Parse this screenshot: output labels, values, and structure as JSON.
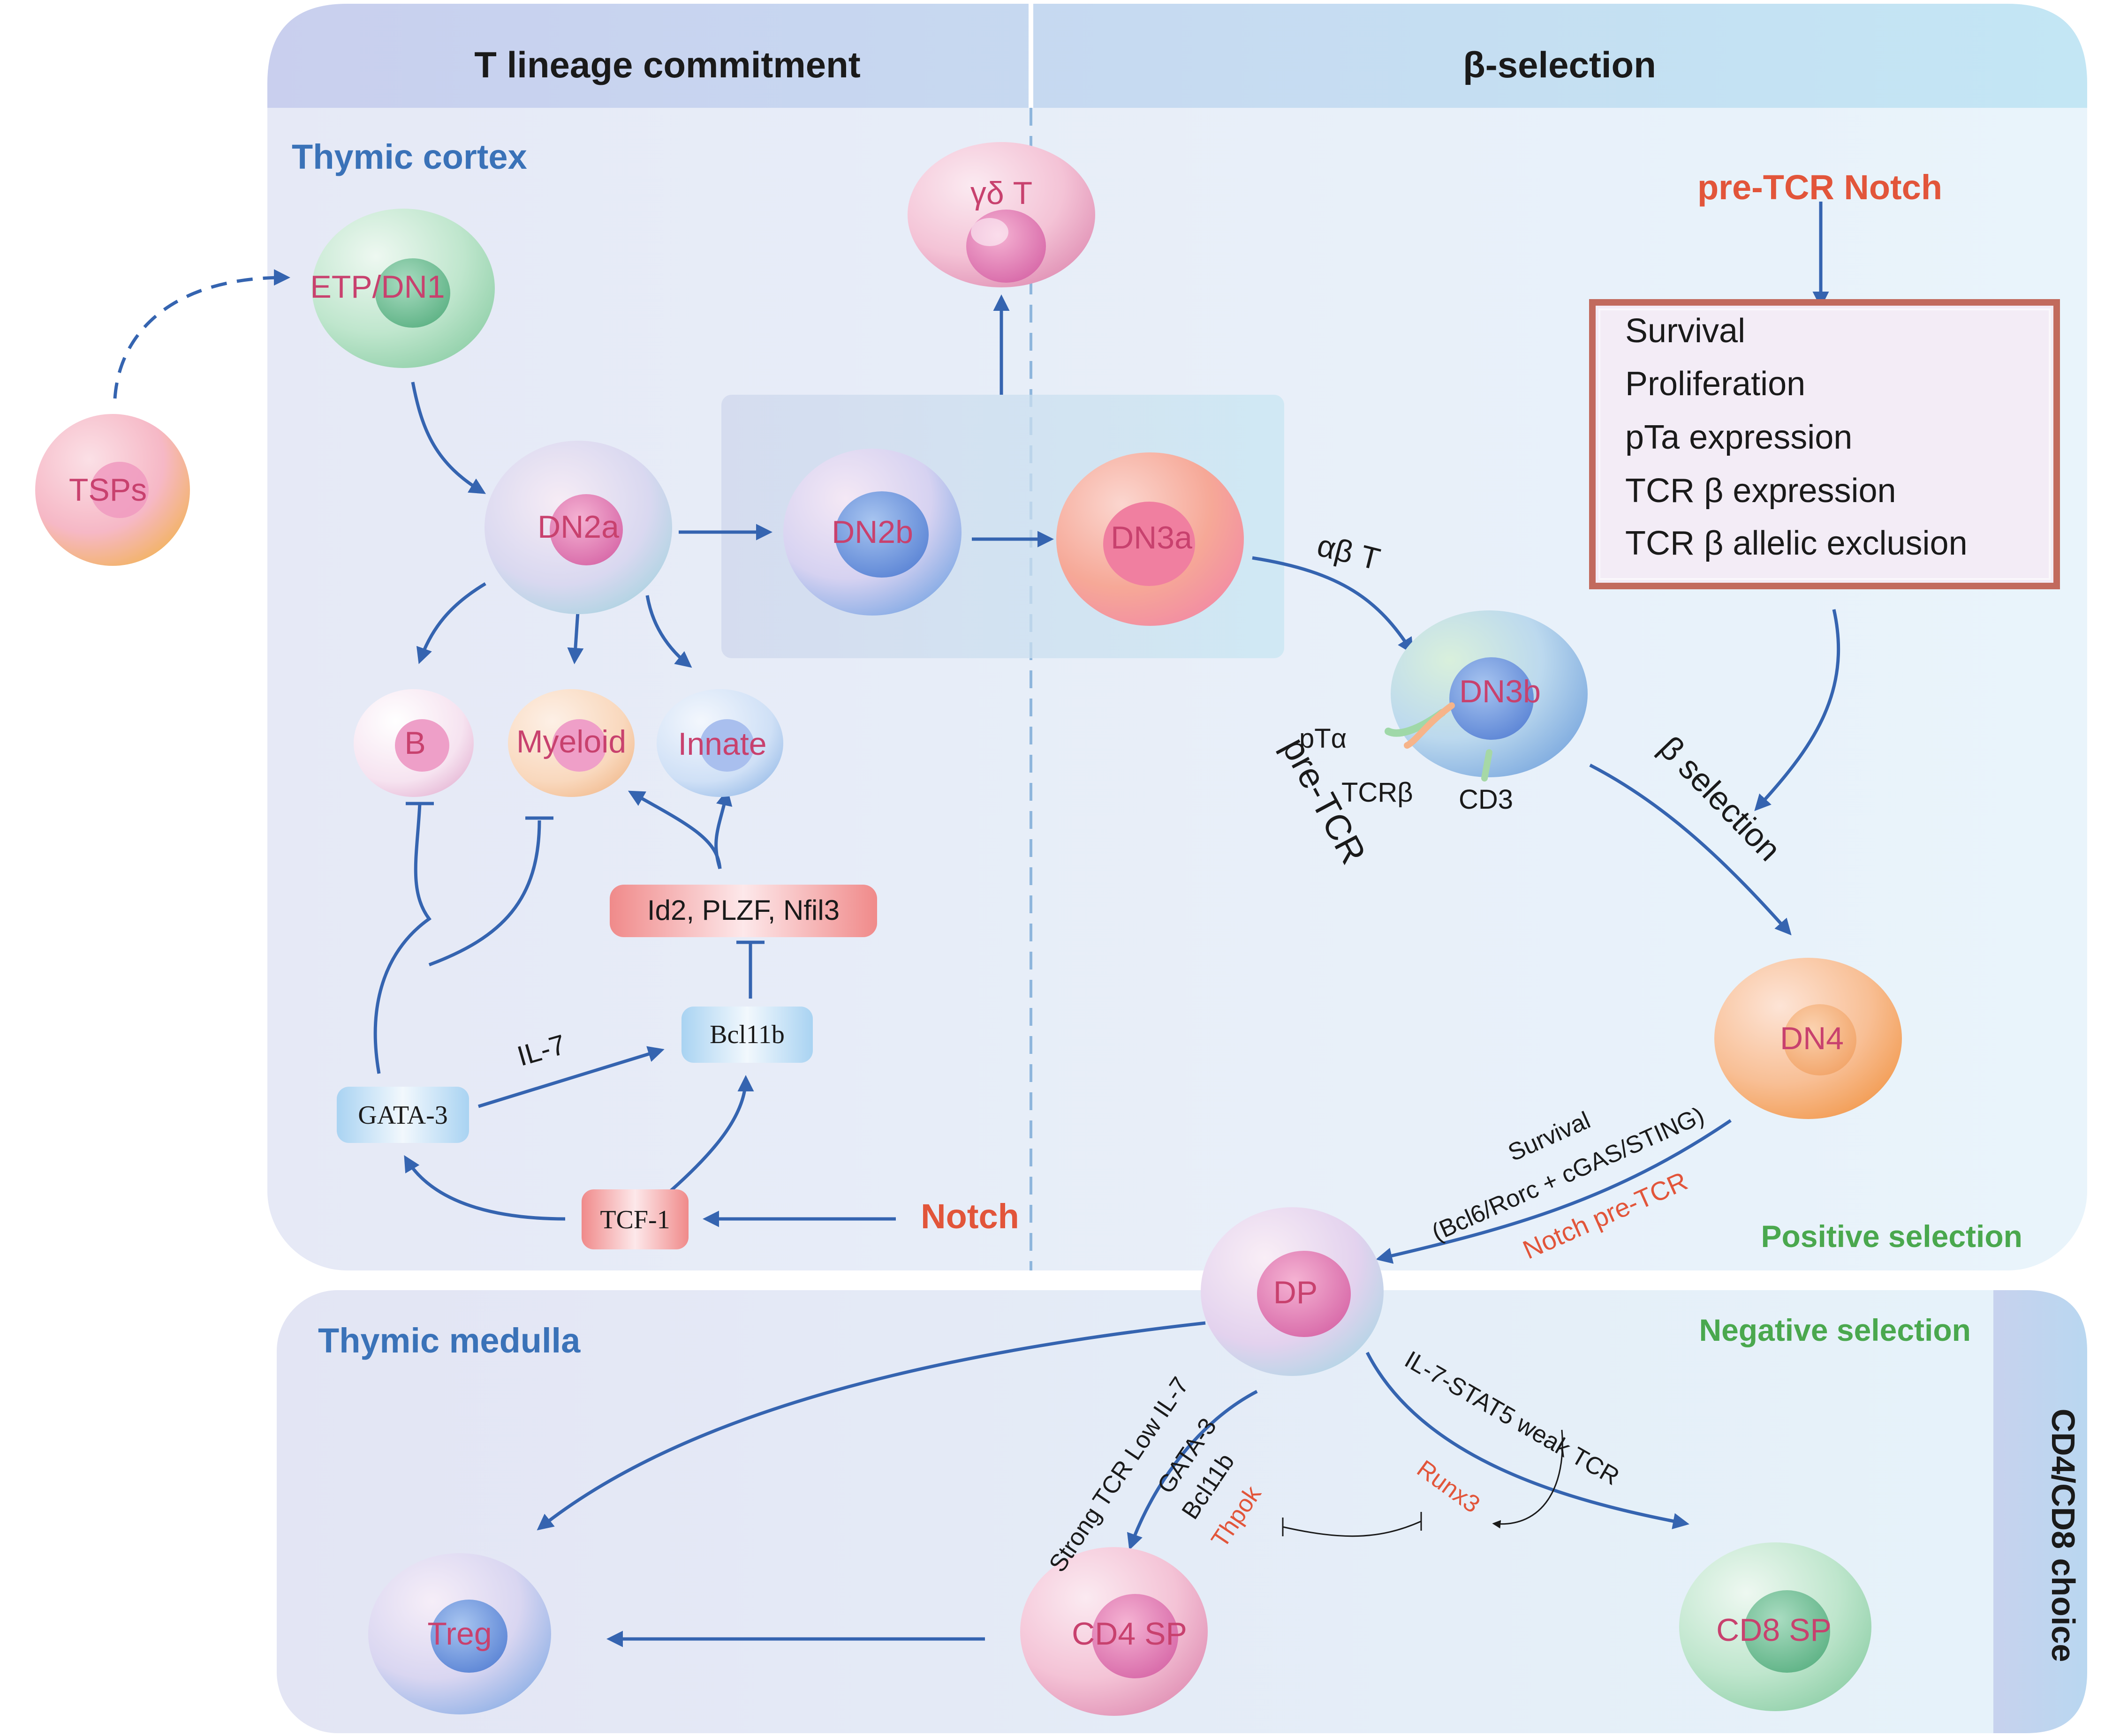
{
  "header": {
    "left": "T lineage commitment",
    "right": "β-selection"
  },
  "regions": {
    "cortex": "Thymic cortex",
    "medulla": "Thymic medulla",
    "positive": "Positive selection",
    "negative": "Negative selection",
    "choice": "CD4/CD8 choice"
  },
  "cells": {
    "tsps": "TSPs",
    "etp": "ETP/DN1",
    "dn2a": "DN2a",
    "dn2b": "DN2b",
    "dn3a": "DN3a",
    "gdt": "γδ T",
    "dn3b": "DN3b",
    "dn4": "DN4",
    "b": "B",
    "myeloid": "Myeloid",
    "innate": "Innate",
    "dp": "DP",
    "treg": "Treg",
    "cd4sp": "CD4 SP",
    "cd8sp": "CD8 SP"
  },
  "factors": {
    "id2": "Id2, PLZF, Nfil3",
    "bcl11b": "Bcl11b",
    "gata3": "GATA-3",
    "tcf1": "TCF-1",
    "notch": "Notch",
    "il7": "IL-7"
  },
  "pretcr": {
    "title": "pre-TCR Notch",
    "items": [
      "Survival",
      "Proliferation",
      "pTa expression",
      "TCR β expression",
      "TCR β allelic exclusion"
    ]
  },
  "labels": {
    "abt": "αβ T",
    "ptalpha": "pTα",
    "tcrbeta": "TCRβ",
    "cd3": "CD3",
    "pretcr": "pre-TCR",
    "beta_selection": "β selection",
    "survival": "Survival",
    "survival_detail": "(Bcl6/Rorc + cGAS/STING)",
    "notch_pretcr": "Notch pre-TCR",
    "strong_tcr": "Strong TCR Low IL-7",
    "gata3": "GATA-3",
    "bcl11b": "Bcl11b",
    "thpok": "Thpok",
    "runx3": "Runx3",
    "il7_stat5": "IL-7-STAT5 weak TCR"
  },
  "colors": {
    "arrow": "#3564b0",
    "title_blue": "#3a72b8",
    "orange_red": "#e2553a",
    "green": "#4aa84e",
    "cell_text": "#c8416e"
  }
}
